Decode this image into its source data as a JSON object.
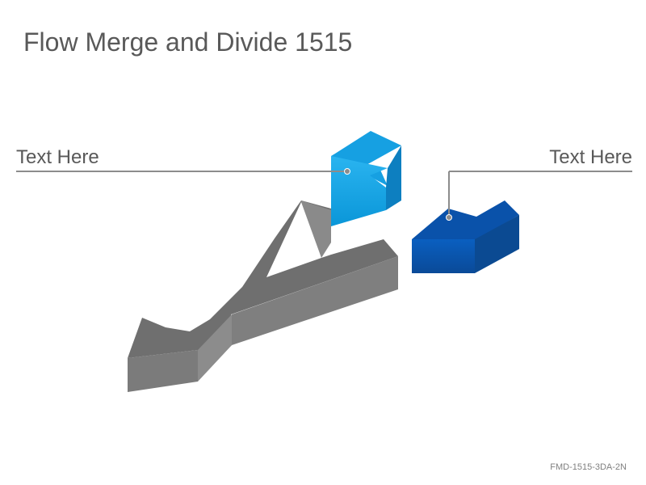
{
  "slide": {
    "title": "Flow Merge and Divide 1515",
    "footer_code": "FMD-1515-3DA-2N"
  },
  "callouts": {
    "left_label": "Text Here",
    "right_label": "Text Here"
  },
  "colors": {
    "gray_arrow_front": "#7a7a7a",
    "gray_arrow_top": "#6e6e6e",
    "gray_arrow_side": "#8a8a8a",
    "light_blue_arrow": "#1aa6e6",
    "dark_blue_arrow": "#0b5bb4",
    "leader_line": "#8c8c8c"
  }
}
